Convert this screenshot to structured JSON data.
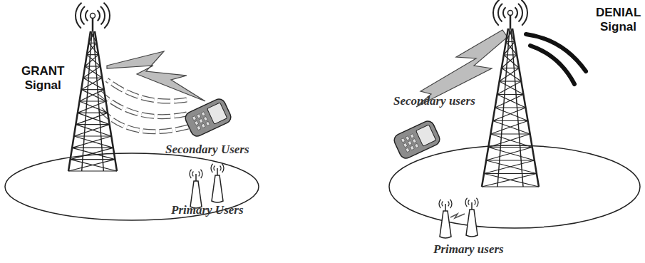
{
  "diagram": {
    "labels": [
      "GRANT Signal",
      "Secondary Users",
      "Primary Users",
      "DENIAL Signal",
      "Secondary users",
      "Primary users"
    ]
  }
}
